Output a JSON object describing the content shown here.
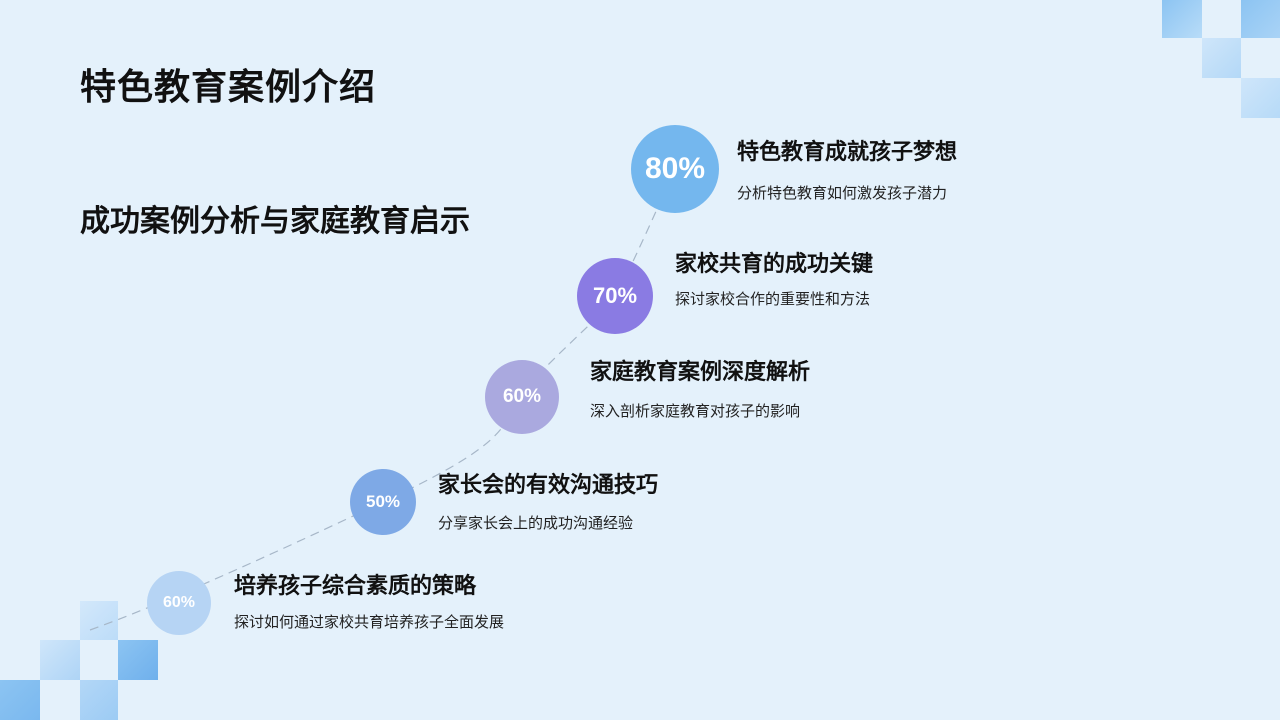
{
  "slide": {
    "title": "特色教育案例介绍",
    "subtitle": "成功案例分析与家庭教育启示"
  },
  "items": [
    {
      "percent": "80%",
      "title": "特色教育成就孩子梦想",
      "desc": "分析特色教育如何激发孩子潜力",
      "color": "#6fb4ec"
    },
    {
      "percent": "70%",
      "title": "家校共育的成功关键",
      "desc": "探讨家校合作的重要性和方法",
      "color": "#8a7be3"
    },
    {
      "percent": "60%",
      "title": "家庭教育案例深度解析",
      "desc": "深入剖析家庭教育对孩子的影响",
      "color": "#a9a8df"
    },
    {
      "percent": "50%",
      "title": "家长会的有效沟通技巧",
      "desc": "分享家长会上的成功沟通经验",
      "color": "#7aa8e6"
    },
    {
      "percent": "60%",
      "title": "培养孩子综合素质的策略",
      "desc": "探讨如何通过家校共育培养孩子全面发展",
      "color": "#b5d3f4"
    }
  ]
}
